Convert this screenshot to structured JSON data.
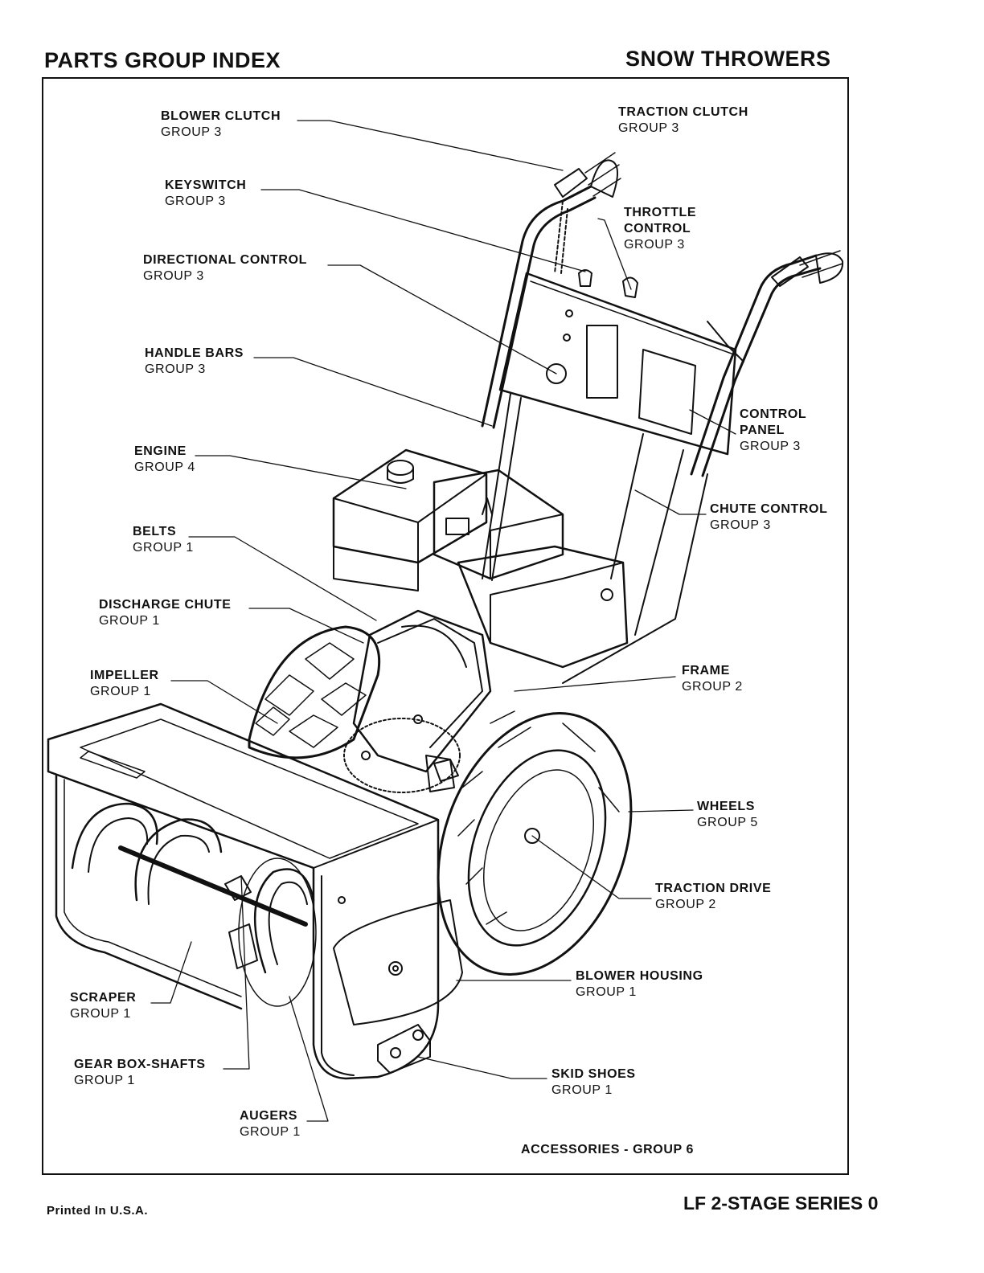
{
  "header": {
    "left": "PARTS GROUP INDEX",
    "right": "SNOW THROWERS"
  },
  "labels": [
    {
      "id": "blower-clutch",
      "name": "BLOWER CLUTCH",
      "group": "GROUP 3"
    },
    {
      "id": "traction-clutch",
      "name": "TRACTION CLUTCH",
      "group": "GROUP 3"
    },
    {
      "id": "keyswitch",
      "name": "KEYSWITCH",
      "group": "GROUP 3"
    },
    {
      "id": "throttle-control",
      "name": "THROTTLE",
      "name2": "CONTROL",
      "group": "GROUP 3"
    },
    {
      "id": "directional-control",
      "name": "DIRECTIONAL CONTROL",
      "group": "GROUP 3"
    },
    {
      "id": "handle-bars",
      "name": "HANDLE BARS",
      "group": "GROUP 3"
    },
    {
      "id": "control-panel",
      "name": "CONTROL",
      "name2": "PANEL",
      "group": "GROUP 3"
    },
    {
      "id": "engine",
      "name": "ENGINE",
      "group": "GROUP 4"
    },
    {
      "id": "chute-control",
      "name": "CHUTE CONTROL",
      "group": "GROUP 3"
    },
    {
      "id": "belts",
      "name": "BELTS",
      "group": "GROUP 1"
    },
    {
      "id": "discharge-chute",
      "name": "DISCHARGE CHUTE",
      "group": "GROUP 1"
    },
    {
      "id": "impeller",
      "name": "IMPELLER",
      "group": "GROUP 1"
    },
    {
      "id": "frame",
      "name": "FRAME",
      "group": "GROUP 2"
    },
    {
      "id": "wheels",
      "name": "WHEELS",
      "group": "GROUP 5"
    },
    {
      "id": "traction-drive",
      "name": "TRACTION DRIVE",
      "group": "GROUP 2"
    },
    {
      "id": "scraper",
      "name": "SCRAPER",
      "group": "GROUP 1"
    },
    {
      "id": "blower-housing",
      "name": "BLOWER HOUSING",
      "group": "GROUP 1"
    },
    {
      "id": "gear-box-shafts",
      "name": "GEAR BOX-SHAFTS",
      "group": "GROUP 1"
    },
    {
      "id": "skid-shoes",
      "name": "SKID SHOES",
      "group": "GROUP 1"
    },
    {
      "id": "augers",
      "name": "AUGERS",
      "group": "GROUP 1"
    }
  ],
  "accessories": "ACCESSORIES - GROUP 6",
  "footer": {
    "left": "Printed In U.S.A.",
    "right": "LF 2-STAGE SERIES 0"
  }
}
